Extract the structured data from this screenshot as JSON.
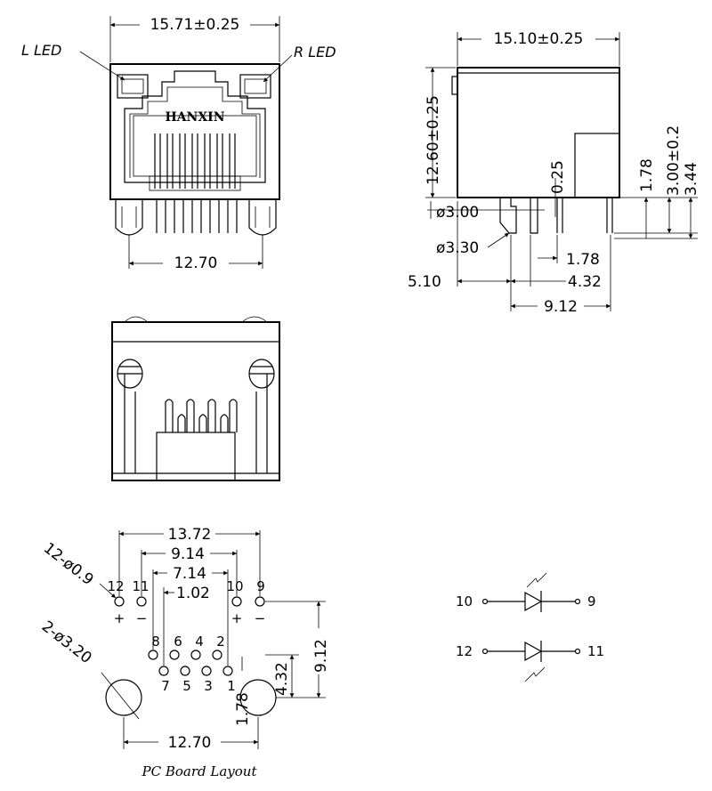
{
  "front_view": {
    "width_dim": "15.71±0.25",
    "pin_span_dim": "12.70",
    "left_led_label": "L LED",
    "right_led_label": "R LED",
    "brand": "HANXIN"
  },
  "side_view": {
    "depth_dim": "15.10±0.25",
    "height_dim": "12.60±0.25",
    "d_025": "0.25",
    "d_178a": "1.78",
    "d_300": "3.00±0.2",
    "d_344": "3.44",
    "d_phi300": "ø3.00",
    "d_phi330": "ø3.30",
    "d_178b": "1.78",
    "d_510": "5.10",
    "d_432": "4.32",
    "d_912": "9.12"
  },
  "pcb_layout": {
    "d_1372": "13.72",
    "d_914": "9.14",
    "d_714": "7.14",
    "d_102": "1.02",
    "d_1270": "12.70",
    "d_432v": "4.32",
    "d_912v": "9.12",
    "d_178v": "1.78",
    "holes_small": "12-ø0.9",
    "holes_large": "2-ø3.20",
    "pins_top": [
      "12",
      "11",
      "10",
      "9"
    ],
    "pins_mid": [
      "8",
      "6",
      "4",
      "2"
    ],
    "pins_bot": [
      "7",
      "5",
      "3",
      "1"
    ],
    "plus": "+",
    "minus": "−",
    "caption": "PC Board Layout"
  },
  "led_schematic": {
    "pin10": "10",
    "pin9": "9",
    "pin12": "12",
    "pin11": "11"
  }
}
